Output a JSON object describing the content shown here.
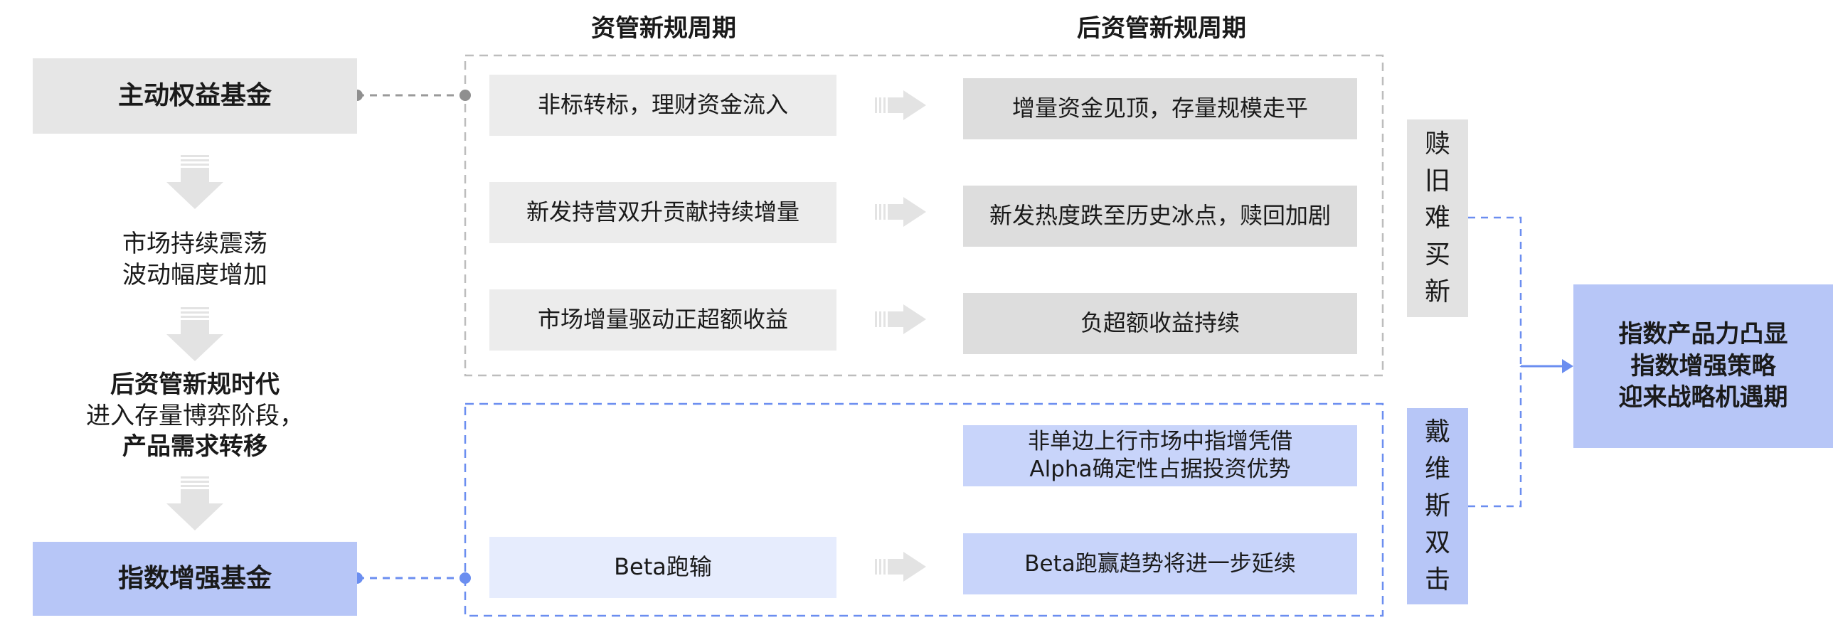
{
  "headers": {
    "current": "资管新规周期",
    "after": "后资管新规周期"
  },
  "left": {
    "active_fund": "主动权益基金",
    "market_text": [
      "市场持续震荡",
      "波动幅度增加"
    ],
    "era_title": "后资管新规时代",
    "era_line2": "进入存量博弈阶段，",
    "era_line3": "产品需求转移",
    "index_fund": "指数增强基金"
  },
  "top_group": {
    "rows": [
      {
        "left": "非标转标，理财资金流入",
        "right": "增量资金见顶，存量规模走平"
      },
      {
        "left": "新发持营双升贡献持续增量",
        "right": "新发热度跌至历史冰点，赎回加剧"
      },
      {
        "left": "市场增量驱动正超额收益",
        "right": "负超额收益持续"
      }
    ],
    "side_label": [
      "赎",
      "旧",
      "难",
      "买",
      "新"
    ]
  },
  "bottom_group": {
    "right_top": [
      "非单边上行市场中指增凭借",
      "Alpha确定性占据投资优势"
    ],
    "left_bottom": "Beta跑输",
    "right_bottom": "Beta跑赢趋势将进一步延续",
    "side_label": [
      "戴",
      "维",
      "斯",
      "双",
      "击"
    ]
  },
  "conclusion": [
    "指数产品力凸显",
    "指数增强策略",
    "迎来战略机遇期"
  ],
  "colors": {
    "blue_accent": "#b7c6f7",
    "blue_line": "#6b8ef0",
    "gray_line": "#9a9a9a",
    "arrow_gray": "#e3e3e3"
  }
}
